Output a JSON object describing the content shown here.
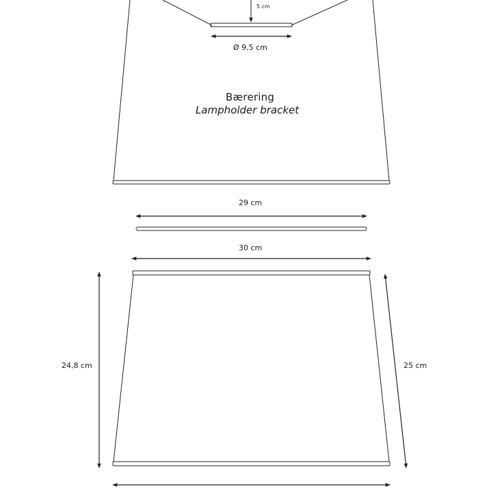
{
  "labels": {
    "drop": "5 cm",
    "inner_diameter": "Ø 9,5 cm",
    "part_title": "Bærering",
    "part_subtitle": "Lampholder bracket",
    "ring_width": "29 cm",
    "top_width": "30 cm",
    "height_vertical": "24,8 cm",
    "height_slant": "25 cm"
  },
  "colors": {
    "stroke": "#222222",
    "background": "#ffffff"
  }
}
